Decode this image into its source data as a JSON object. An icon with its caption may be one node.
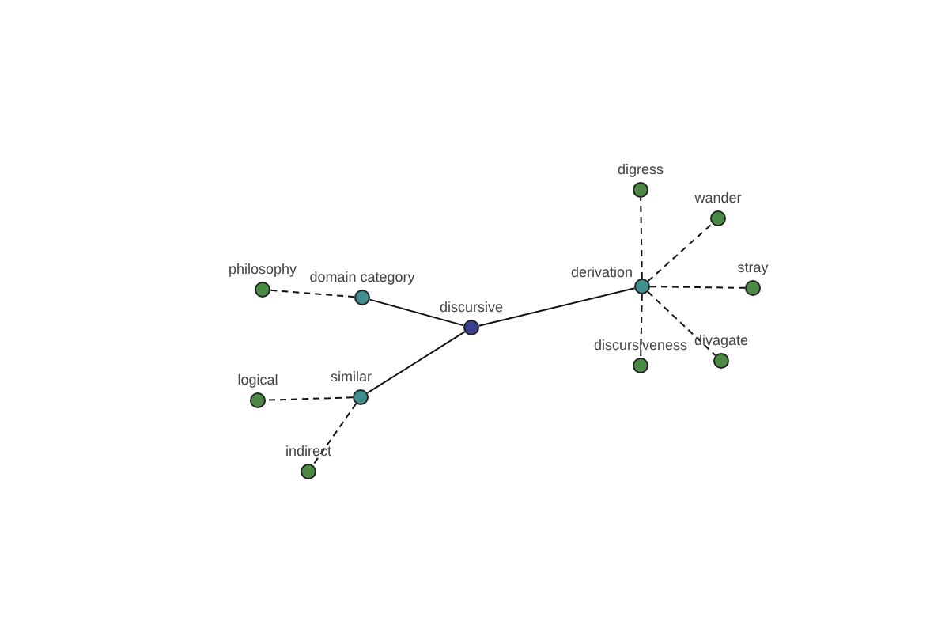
{
  "diagram": {
    "nodes": [
      {
        "text": [
          "discursive"
        ]
      },
      {
        "text": [
          "domain category"
        ]
      },
      {
        "text": [
          "philosophy"
        ]
      },
      {
        "text": [
          "similar"
        ]
      },
      {
        "text": [
          "logical"
        ]
      },
      {
        "text": [
          "indirect"
        ]
      },
      {
        "text": [
          "derivation"
        ]
      },
      {
        "text": [
          "digress"
        ]
      },
      {
        "text": [
          "wander"
        ]
      },
      {
        "text": [
          "stray"
        ]
      },
      {
        "text": [
          "divagate"
        ]
      },
      {
        "text": [
          "discursiveness"
        ]
      }
    ],
    "edges": [
      {
        "from": 0,
        "to": 1,
        "arrow": "none"
      },
      {
        "from": 1,
        "to": 2,
        "arrow": "none",
        "style": "dashed"
      },
      {
        "from": 0,
        "to": 3,
        "arrow": "none"
      },
      {
        "from": 3,
        "to": 4,
        "arrow": "none",
        "style": "dashed"
      },
      {
        "from": 3,
        "to": 5,
        "arrow": "none",
        "style": "dashed"
      },
      {
        "from": 0,
        "to": 6,
        "arrow": "none"
      },
      {
        "from": 6,
        "to": 7,
        "arrow": "none",
        "style": "dashed"
      },
      {
        "from": 6,
        "to": 8,
        "arrow": "none",
        "style": "dashed"
      },
      {
        "from": 6,
        "to": 9,
        "arrow": "none",
        "style": "dashed"
      },
      {
        "from": 6,
        "to": 10,
        "arrow": "none",
        "style": "dashed"
      },
      {
        "from": 6,
        "to": 11,
        "arrow": "none",
        "style": "dashed"
      }
    ]
  }
}
